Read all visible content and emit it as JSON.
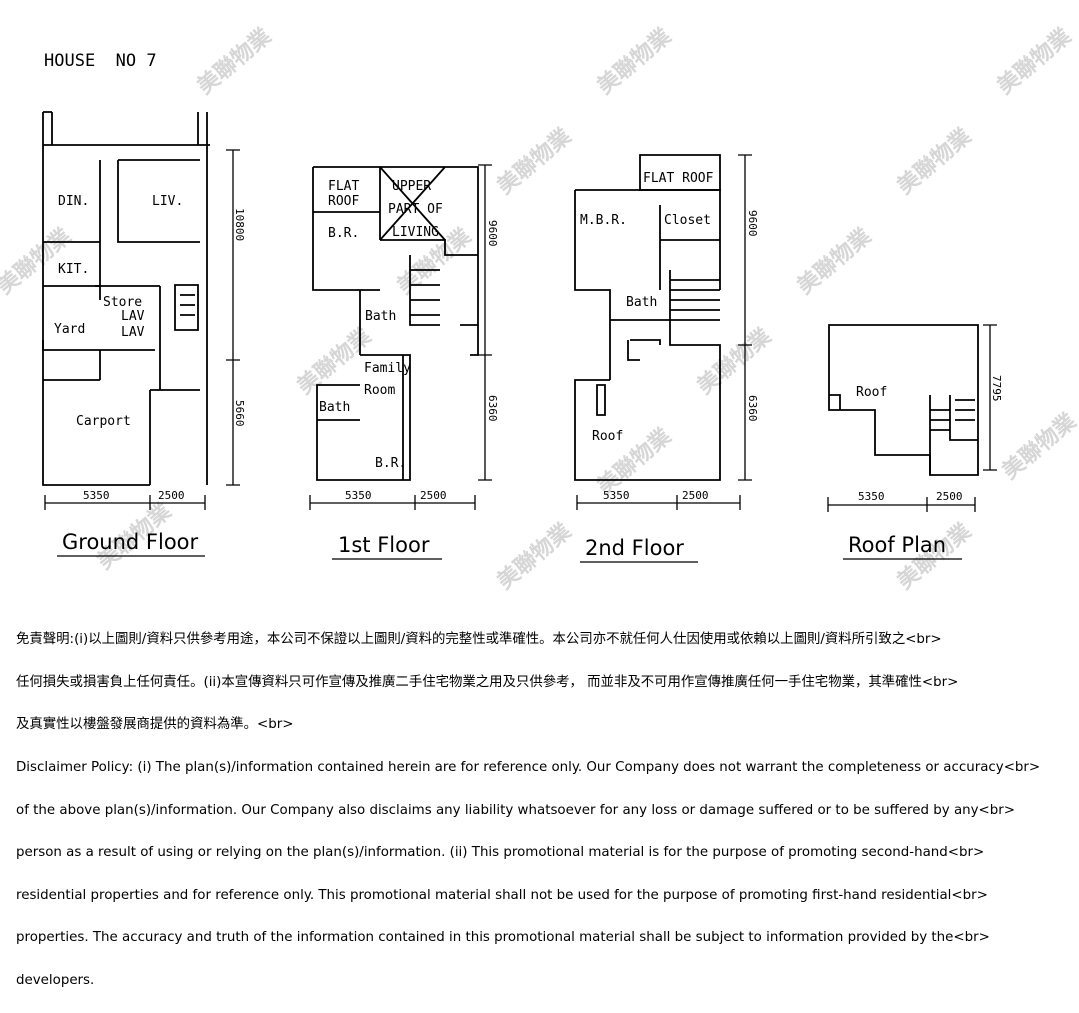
{
  "header": {
    "house_label": "HOUSE  NO 7"
  },
  "watermark": {
    "text": "美聯物業"
  },
  "floors": [
    {
      "title": "Ground Floor",
      "rooms": [
        "DIN.",
        "LIV.",
        "KIT.",
        "Store",
        "LAV",
        "LAV",
        "Yard",
        "Carport"
      ],
      "dims": {
        "width_a": "5350",
        "width_b": "2500",
        "depth_a": "10800",
        "depth_b": "5660"
      }
    },
    {
      "title": "1st Floor",
      "rooms": [
        "FLAT",
        "ROOF",
        "B.R.",
        "UPPER",
        "PART OF",
        "LIVING",
        "Bath",
        "Family",
        "Room",
        "Bath",
        "B.R."
      ],
      "dims": {
        "width_a": "5350",
        "width_b": "2500",
        "depth_a": "9600",
        "depth_b": "6360"
      }
    },
    {
      "title": "2nd Floor",
      "rooms": [
        "FLAT ROOF",
        "M.B.R.",
        "Closet",
        "Bath",
        "Roof"
      ],
      "dims": {
        "width_a": "5350",
        "width_b": "2500",
        "depth_a": "9600",
        "depth_b": "6360"
      }
    },
    {
      "title": "Roof Plan",
      "rooms": [
        "Roof"
      ],
      "dims": {
        "width_a": "5350",
        "width_b": "2500",
        "depth_a": "7795"
      }
    }
  ],
  "disclaimer": {
    "lines": [
      "免責聲明:(i)以上圖則/資料只供參考用途，本公司不保證以上圖則/資料的完整性或準確性。本公司亦不就任何人仕因使用或依賴以上圖則/資料所引致之<br>",
      "任何損失或損害負上任何責任。(ii)本宣傳資料只可作宣傳及推廣二手住宅物業之用及只供參考， 而並非及不可用作宣傳推廣任何一手住宅物業，其準確性<br>",
      "及真實性以樓盤發展商提供的資料為準。<br>",
      "Disclaimer Policy: (i) The plan(s)/information contained herein are for reference only. Our Company does not warrant the completeness or accuracy<br>",
      "of the above plan(s)/information. Our Company also disclaims any liability whatsoever for any loss or damage suffered or to be suffered by any<br>",
      "person as a result of using or relying on the plan(s)/information. (ii) This promotional material is for the purpose of promoting second-hand<br>",
      "residential properties and for reference only. This promotional material shall not be used for the purpose of promoting first-hand residential<br>",
      "properties. The accuracy and truth of the information contained in this promotional material shall be subject to information provided by the<br>",
      "developers."
    ]
  }
}
